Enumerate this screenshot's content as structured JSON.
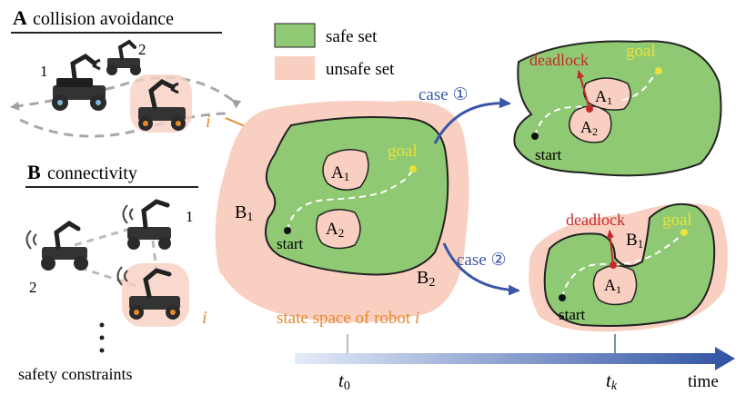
{
  "panel_a": {
    "letter": "A",
    "title": "collision avoidance",
    "robot_labels": [
      "1",
      "2"
    ],
    "ego_label": "i"
  },
  "panel_b": {
    "letter": "B",
    "title": "connectivity",
    "robot_labels": [
      "1",
      "2"
    ],
    "ego_label": "i",
    "footer": "safety constraints"
  },
  "legend": {
    "safe": "safe set",
    "unsafe": "unsafe set"
  },
  "main": {
    "caption": "state space of robot ",
    "caption_ego": "i",
    "obstacle_a1": "A",
    "obstacle_a1_sub": "1",
    "obstacle_a2": "A",
    "obstacle_a2_sub": "2",
    "region_b1": "B",
    "region_b1_sub": "1",
    "region_b2": "B",
    "region_b2_sub": "2",
    "start": "start",
    "goal": "goal"
  },
  "case1": {
    "label": "case ①",
    "deadlock": "deadlock",
    "goal": "goal",
    "start": "start",
    "a1": "A",
    "a1_sub": "1",
    "a2": "A",
    "a2_sub": "2"
  },
  "case2": {
    "label": "case ②",
    "deadlock": "deadlock",
    "goal": "goal",
    "start": "start",
    "a1": "A",
    "a1_sub": "1",
    "b1": "B",
    "b1_sub": "1"
  },
  "timeline": {
    "t0": "t",
    "t0_sub": "0",
    "tk": "t",
    "tk_sub": "k",
    "label": "time"
  },
  "colors": {
    "safe_fill": "#8fc973",
    "unsafe_fill": "#f8cfc0",
    "path_accent": "#e8892b",
    "arrow_blue": "#3a56a8",
    "deadlock_red": "#c8282a",
    "goal_yellow": "#e8e23a"
  }
}
